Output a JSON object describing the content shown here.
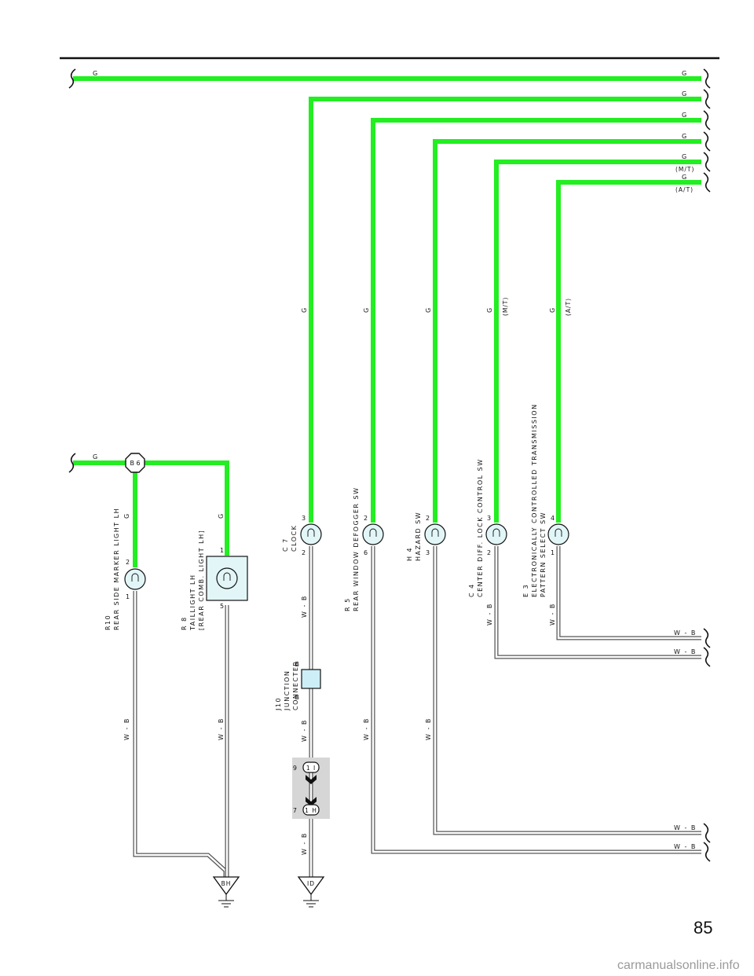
{
  "page_number": "85",
  "watermark": "carmanualsonline.info",
  "wire_labels": {
    "g": "G",
    "wb": "W - B",
    "b": "B",
    "mt": "(M/T)",
    "at": "(A/T)"
  },
  "connectors": {
    "b6": "B 6",
    "bh": "BH",
    "id": "ID",
    "c1i": "1 I",
    "c1h": "1 H"
  },
  "components": [
    {
      "code": "R10",
      "name": "REAR SIDE MARKER LIGHT LH",
      "pin_top": "2",
      "pin_bottom": "1"
    },
    {
      "code": "R 8",
      "name": "TAILLIGHT LH",
      "name2": "[REAR COMB.  LIGHT LH]",
      "pin_top": "1",
      "pin_bottom": "5"
    },
    {
      "code": "C 7",
      "name": "CLOCK",
      "pin_top": "3",
      "pin_bottom": "2"
    },
    {
      "code": "R 5",
      "name": "REAR WINDOW DEFOGGER SW",
      "pin_top": "2",
      "pin_bottom": "6"
    },
    {
      "code": "H 4",
      "name": "HAZARD SW",
      "pin_top": "2",
      "pin_bottom": "3"
    },
    {
      "code": "C 4",
      "name": "CENTER DIFF.  LOCK CONTROL SW",
      "pin_top": "3",
      "pin_bottom": "2"
    },
    {
      "code": "E 3",
      "name": "ELECTRONICALLY CONTROLLED TRANSMISSION",
      "name2": "PATTERN SELECT SW",
      "pin_top": "4",
      "pin_bottom": "1"
    }
  ],
  "junction": {
    "code": "J10",
    "name": "JUNCTION",
    "name2": "CONNECTER"
  },
  "inline_pins": {
    "top": "9",
    "bottom": "7"
  }
}
